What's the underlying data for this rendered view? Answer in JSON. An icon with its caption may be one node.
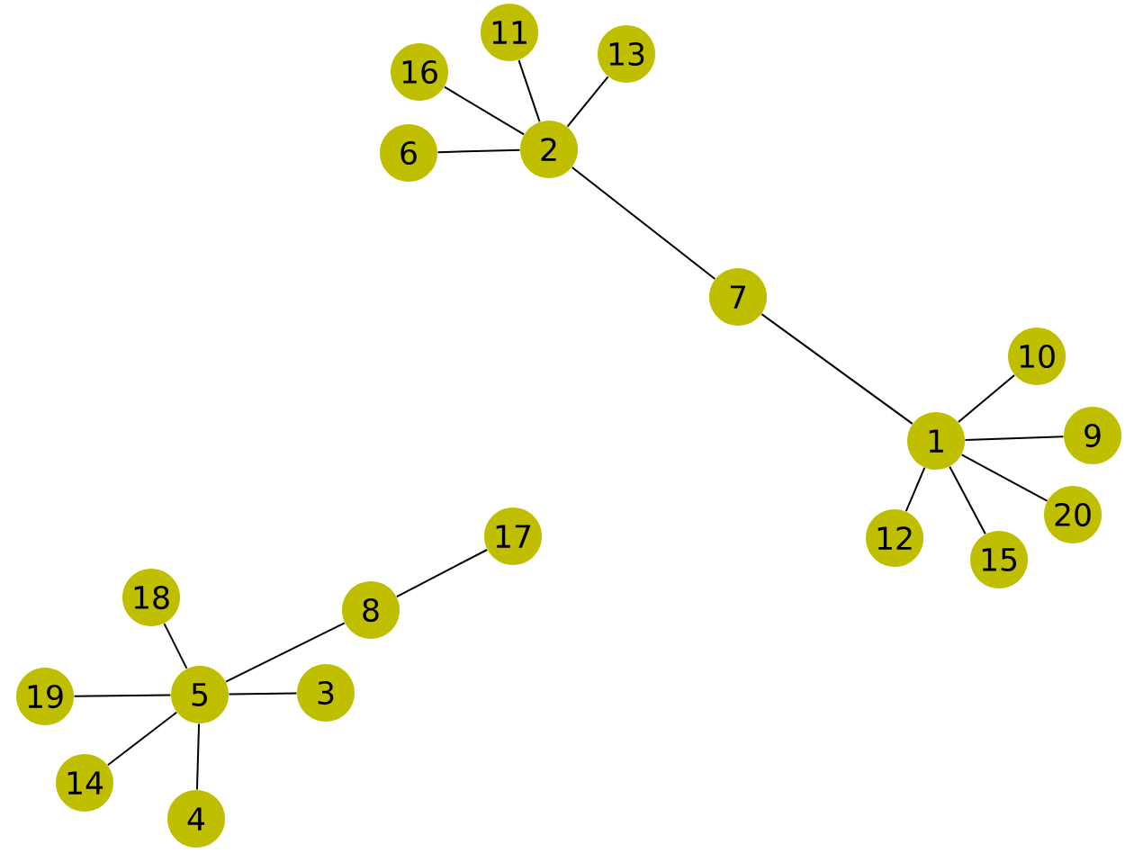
{
  "diagram": {
    "nodes": [
      {
        "text": [
          "11"
        ]
      },
      {
        "text": [
          "13"
        ]
      },
      {
        "text": [
          "16"
        ]
      },
      {
        "text": [
          "2"
        ]
      },
      {
        "text": [
          "6"
        ]
      },
      {
        "text": [
          "7"
        ]
      },
      {
        "text": [
          "10"
        ]
      },
      {
        "text": [
          "9"
        ]
      },
      {
        "text": [
          "1"
        ]
      },
      {
        "text": [
          "20"
        ]
      },
      {
        "text": [
          "12"
        ]
      },
      {
        "text": [
          "17"
        ]
      },
      {
        "text": [
          "15"
        ]
      },
      {
        "text": [
          "8"
        ]
      },
      {
        "text": [
          "18"
        ]
      },
      {
        "text": [
          "5"
        ]
      },
      {
        "text": [
          "3"
        ]
      },
      {
        "text": [
          "19"
        ]
      },
      {
        "text": [
          "14"
        ]
      },
      {
        "text": [
          "4"
        ]
      }
    ],
    "edges": [
      {
        "from": 3,
        "to": 0,
        "arrow": "none"
      },
      {
        "from": 3,
        "to": 2,
        "arrow": "none"
      },
      {
        "from": 3,
        "to": 1,
        "arrow": "none"
      },
      {
        "from": 3,
        "to": 4,
        "arrow": "none"
      },
      {
        "from": 3,
        "to": 5,
        "arrow": "none"
      },
      {
        "from": 5,
        "to": 8,
        "arrow": "none"
      },
      {
        "from": 8,
        "to": 6,
        "arrow": "none"
      },
      {
        "from": 8,
        "to": 7,
        "arrow": "none"
      },
      {
        "from": 8,
        "to": 9,
        "arrow": "none"
      },
      {
        "from": 8,
        "to": 12,
        "arrow": "none"
      },
      {
        "from": 8,
        "to": 10,
        "arrow": "none"
      },
      {
        "from": 13,
        "to": 11,
        "arrow": "none"
      },
      {
        "from": 13,
        "to": 15,
        "arrow": "none"
      },
      {
        "from": 15,
        "to": 14,
        "arrow": "none"
      },
      {
        "from": 15,
        "to": 17,
        "arrow": "none"
      },
      {
        "from": 15,
        "to": 16,
        "arrow": "none"
      },
      {
        "from": 15,
        "to": 18,
        "arrow": "none"
      },
      {
        "from": 15,
        "to": 19,
        "arrow": "none"
      }
    ]
  }
}
